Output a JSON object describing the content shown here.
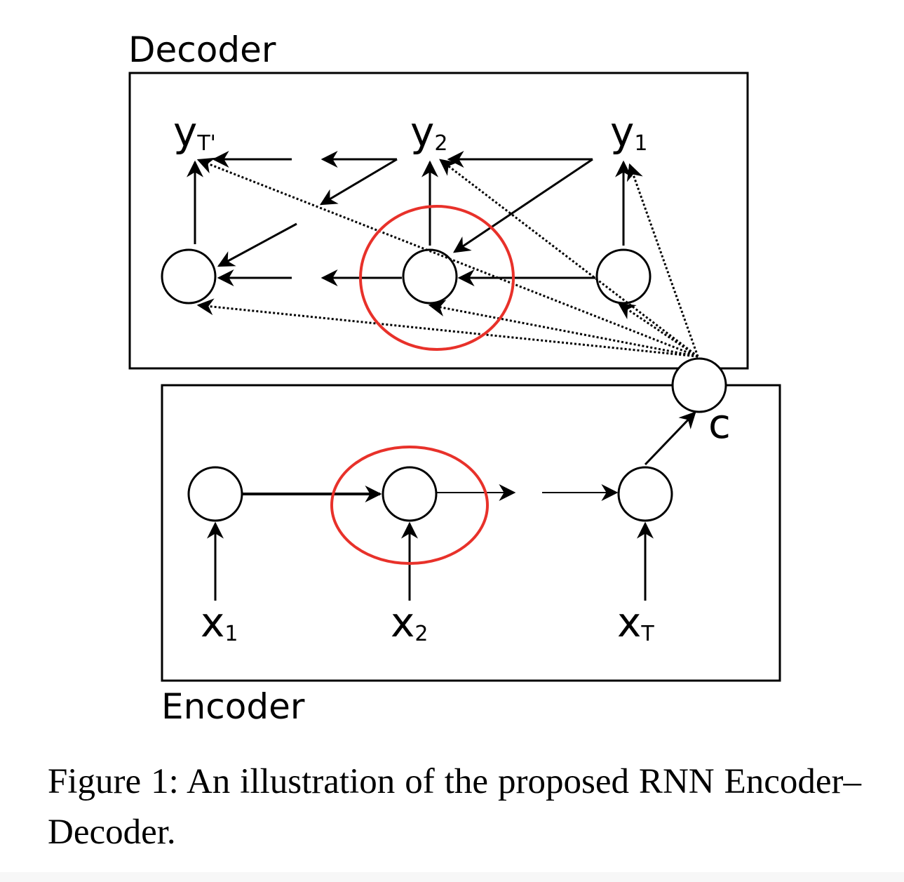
{
  "diagram": {
    "decoder_label": "Decoder",
    "encoder_label": "Encoder",
    "outputs": [
      {
        "base": "y",
        "sub": "T'"
      },
      {
        "base": "y",
        "sub": "2"
      },
      {
        "base": "y",
        "sub": "1"
      }
    ],
    "inputs": [
      {
        "base": "x",
        "sub": "1"
      },
      {
        "base": "x",
        "sub": "2"
      },
      {
        "base": "x",
        "sub": "T"
      }
    ],
    "context_label": "c",
    "highlight_color": "#e8312a"
  },
  "caption": "Figure 1:  An illustration of the proposed RNN Encoder–Decoder."
}
